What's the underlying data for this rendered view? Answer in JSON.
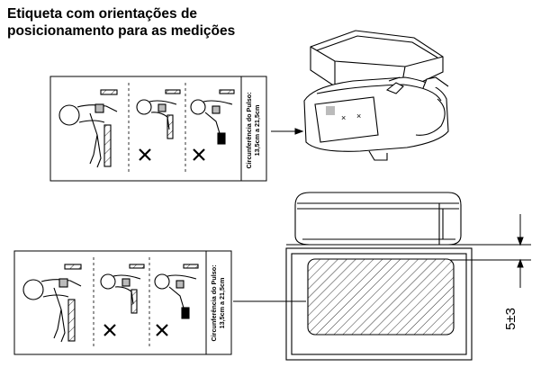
{
  "title": {
    "line1": "Etiqueta com orientações de",
    "line2": "posicionamento para as medições"
  },
  "label": {
    "circumference_title": "Circunferência do Pulso:",
    "circumference_range": "13,5cm a 21,5cm"
  },
  "dimension": {
    "value": "5±3"
  },
  "icons": [
    "correct-position-figure",
    "wrong-position-figure",
    "wrong-position-figure",
    "cross-mark-icon",
    "arrow-icon"
  ]
}
